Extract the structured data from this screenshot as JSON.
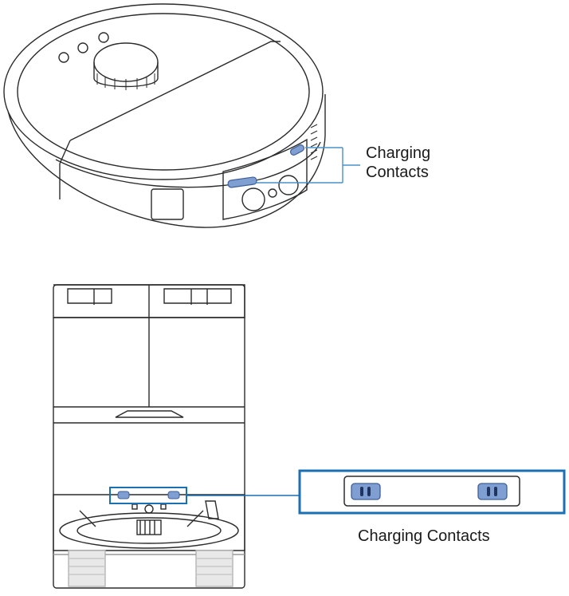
{
  "robot_callout": {
    "line1": "Charging",
    "line2": "Contacts"
  },
  "station_callout": {
    "label": "Charging Contacts"
  },
  "colors": {
    "outline": "#2b2b2b",
    "contact_fill": "#7f9fd3",
    "contact_stroke": "#3f5f99",
    "callout_blue": "#1b6fb3",
    "leader_blue": "#4a90c8"
  }
}
